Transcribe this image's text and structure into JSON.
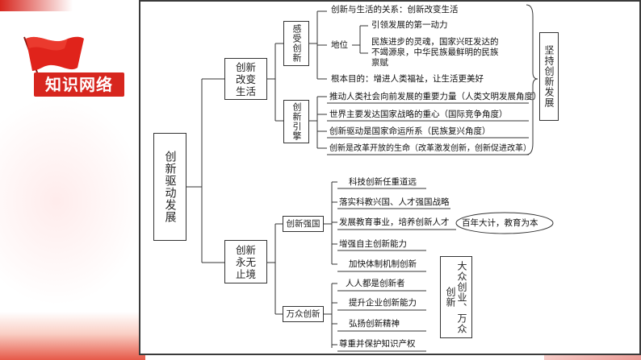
{
  "header": {
    "title": "知识网络"
  },
  "diagram": {
    "root": "创新驱动发展",
    "branch1": {
      "label": "创新改变生活",
      "sub1": {
        "label": "感受创新",
        "items": {
          "relation": "创新与生活的关系：创新改变生活",
          "position_label": "地位",
          "position_1": "引领发展的第一动力",
          "position_2": "民族进步的灵魂，国家兴旺发达的不竭源泉，中华民族最鲜明的民族禀赋",
          "goal": "根本目的：增进人类福祉，让生活更美好"
        }
      },
      "sub2": {
        "label": "创新引擎",
        "items": [
          "推动人类社会向前发展的重要力量（人类文明发展角度）",
          "世界主要发达国家战略的重心（国际竞争角度）",
          "创新驱动是国家命运所系（民族复兴角度）",
          "创新是改革开放的生命（改革激发创新，创新促进改革）"
        ]
      },
      "side_note": "坚持创新发展"
    },
    "branch2": {
      "label": "创新永无止境",
      "sub1": {
        "label": "创新强国",
        "items": [
          "科技创新任重道远",
          "落实科教兴国、人才强国战略",
          "发展教育事业，培养创新人才",
          "增强自主创新能力",
          "加快体制机制创新"
        ],
        "note": "百年大计，教育为本"
      },
      "sub2": {
        "label": "万众创新",
        "items": [
          "人人都是创新者",
          "提升企业创新能力",
          "弘扬创新精神",
          "尊重并保护知识产权"
        ]
      },
      "side_note": "大众创业、万众创新"
    }
  },
  "colors": {
    "accent_red": "#d7261e",
    "line": "#333333"
  },
  "icons": {
    "flag": "red-flag-icon"
  }
}
